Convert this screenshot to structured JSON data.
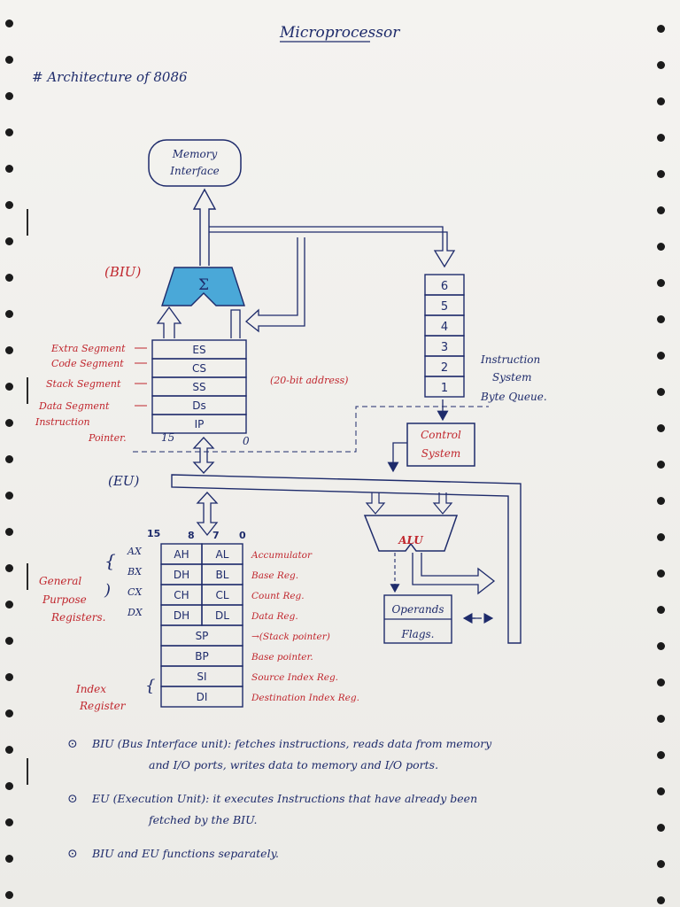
{
  "page": {
    "title": "Microprocessor",
    "heading": "# Architecture of 8086"
  },
  "biu": {
    "label": "(BIU)",
    "memory_interface": [
      "Memory",
      "Interface"
    ],
    "sigma": "Σ",
    "segment_registers": [
      "ES",
      "CS",
      "SS",
      "Ds",
      "IP"
    ],
    "segment_names": [
      "Extra Segment",
      "Code Segment",
      "Stack Segment",
      "Data Segment",
      "Instruction",
      "Pointer."
    ],
    "bit_high": "15",
    "bit_low": "0",
    "address_note": "(20-bit address)",
    "queue_slots": [
      "6",
      "5",
      "4",
      "3",
      "2",
      "1"
    ],
    "queue_label": [
      "Instruction",
      "System",
      "Byte Queue."
    ],
    "control_system": [
      "Control",
      "System"
    ]
  },
  "eu": {
    "label": "(EU)",
    "bit_labels": [
      "15",
      "8",
      "7",
      "0"
    ],
    "gp_names": [
      "AX",
      "BX",
      "CX",
      "DX"
    ],
    "gp_group_label": [
      "General",
      "Purpose",
      "Registers."
    ],
    "gp_rows": [
      {
        "hi": "AH",
        "lo": "AL",
        "desc": "Accumulator"
      },
      {
        "hi": "DH",
        "lo": "BL",
        "desc": "Base Reg."
      },
      {
        "hi": "CH",
        "lo": "CL",
        "desc": "Count Reg."
      },
      {
        "hi": "DH",
        "lo": "DL",
        "desc": "Data Reg."
      }
    ],
    "pointer_rows": [
      {
        "name": "SP",
        "desc": "→(Stack pointer)"
      },
      {
        "name": "BP",
        "desc": "Base pointer."
      },
      {
        "name": "SI",
        "desc": "Source Index Reg."
      },
      {
        "name": "DI",
        "desc": "Destination Index Reg."
      }
    ],
    "index_label": [
      "Index",
      "Register"
    ],
    "alu": "ALU",
    "operands": "Operands",
    "flags": "Flags."
  },
  "notes": [
    {
      "bullet": "⊙",
      "lines": [
        "BIU (Bus Interface unit): fetches instructions, reads data from memory",
        "and I/O ports, writes data to memory and I/O ports."
      ]
    },
    {
      "bullet": "⊙",
      "lines": [
        "EU (Execution Unit): it executes Instructions that have already been",
        "fetched by the BIU."
      ]
    },
    {
      "bullet": "⊙",
      "lines": [
        "BIU and EU functions separately."
      ]
    }
  ],
  "colors": {
    "ink": "#1e2b6b",
    "red_ink": "#c0262d",
    "sigma_fill": "#4aa8d8",
    "paper": "#f4f3f0"
  }
}
